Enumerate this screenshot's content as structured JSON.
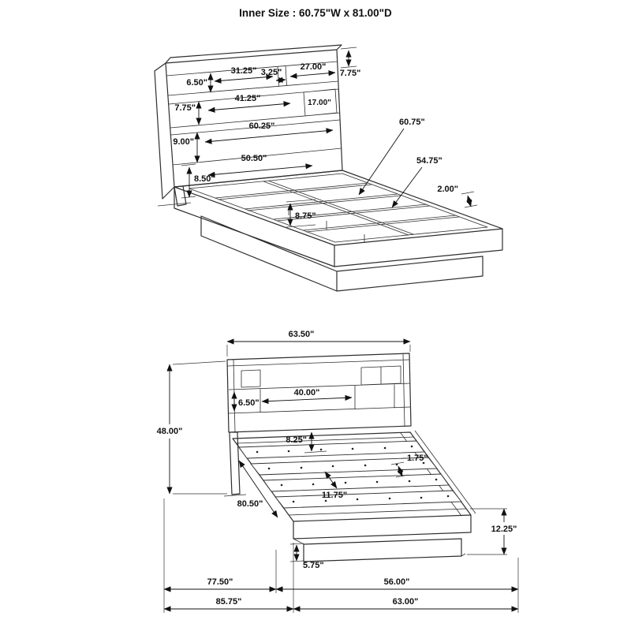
{
  "title": "Inner Size : 60.75\"W x 81.00\"D",
  "perspective_view": {
    "dims": {
      "top_shelf_height": "6.50\"",
      "top_shelf_width": "31.25\"",
      "top_divider": "3.25\"",
      "top_right_shelf_width": "27.00\"",
      "top_board_height": "7.75\"",
      "mid_shelf_height": "7.75\"",
      "mid_shelf_width": "41.25\"",
      "cubby_width": "17.00\"",
      "lower_shelf_height": "9.00\"",
      "lower_shelf_width": "60.25\"",
      "base_board_width": "50.50\"",
      "leg_height": "8.50\"",
      "inner_width": "60.75\"",
      "slat_length": "54.75\"",
      "rail_lip": "2.00\"",
      "rail_height": "8.75\""
    }
  },
  "side_view": {
    "dims": {
      "headboard_width": "63.50\"",
      "headboard_height": "48.00\"",
      "shelf_opening_height": "6.50\"",
      "shelf_opening_width": "40.00\"",
      "deck_drop": "8.25\"",
      "rail_lip": "1.75\"",
      "inner_length": "80.50\"",
      "slat_spacing": "11.75\"",
      "side_height": "12.25\"",
      "plinth_height": "5.75\"",
      "platform_length": "77.50\"",
      "deck_length": "56.00\"",
      "overall_length": "85.75\"",
      "base_length": "63.00\""
    }
  }
}
